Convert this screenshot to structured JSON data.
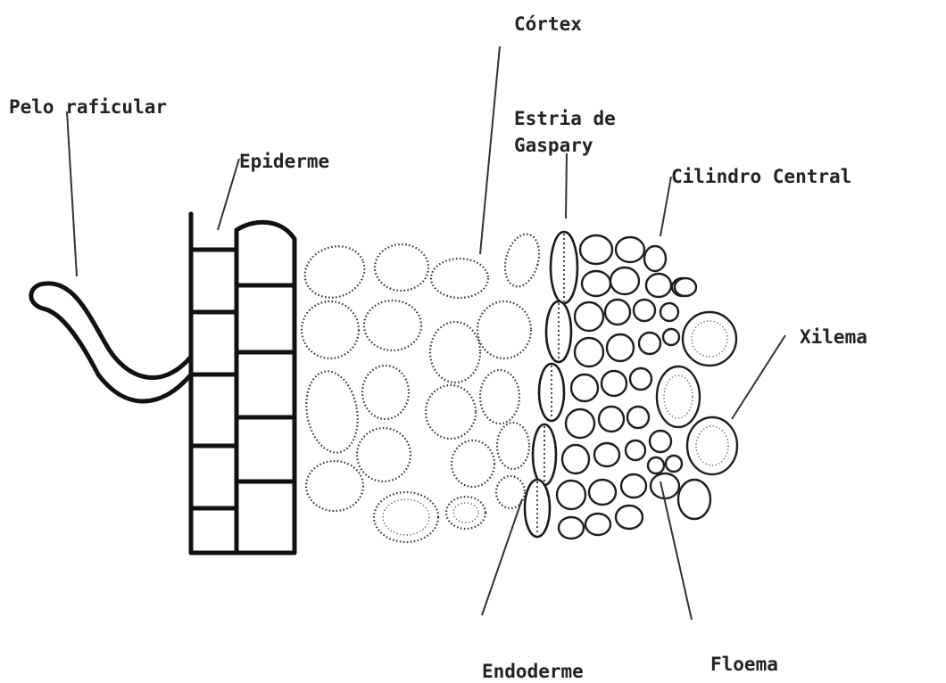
{
  "labels": {
    "cortex": "Córtex",
    "root_hair": "Pelo raficular",
    "casparian_strip_line1": "Estria de",
    "casparian_strip_line2": "Gaspary",
    "epidermis": "Epiderme",
    "central_cylinder": "Cilindro Central",
    "xylem": "Xilema",
    "endodermis": "Endoderme",
    "phloem": "Floema"
  },
  "colors": {
    "ink": "#1e1e1e",
    "background": "#ffffff"
  }
}
